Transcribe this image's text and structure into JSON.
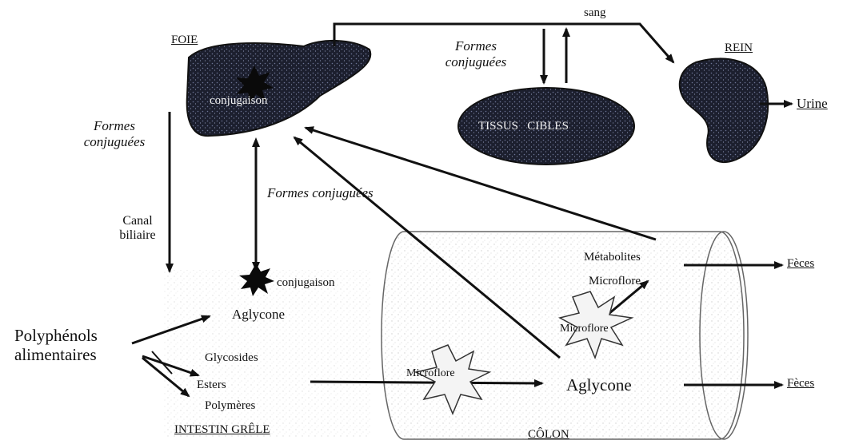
{
  "organs": {
    "liver_label": "FOIE",
    "liver_inner": "conjugaison",
    "kidney_label": "REIN",
    "tissues_label": "TISSUS   CIBLES",
    "small_intestine_label": "INTESTIN GRÊLE",
    "colon_label": "CÔLON"
  },
  "flows": {
    "sang": "sang",
    "urine": "Urine",
    "conj_forms_top": "Formes conjuguées",
    "conj_forms_left": "Formes conjuguées",
    "conj_forms_mid": "Formes conjuguées",
    "canal_biliaire": "Canal biliaire",
    "feces_top": "Fèces",
    "feces_bottom": "Fèces"
  },
  "small_intestine": {
    "conjugaison": "conjugaison",
    "aglycone": "Aglycone",
    "glycosides": "Glycosides",
    "esters": "Esters",
    "polymeres": "Polymères"
  },
  "inputs": {
    "polyphenols": "Polyphénols alimentaires"
  },
  "colon": {
    "metabolites": "Métabolites",
    "microflora_starburst_1": "Microflore",
    "microflora_starburst_2": "Microflore",
    "microflora_text": "Microflore",
    "aglycone": "Aglycone"
  }
}
